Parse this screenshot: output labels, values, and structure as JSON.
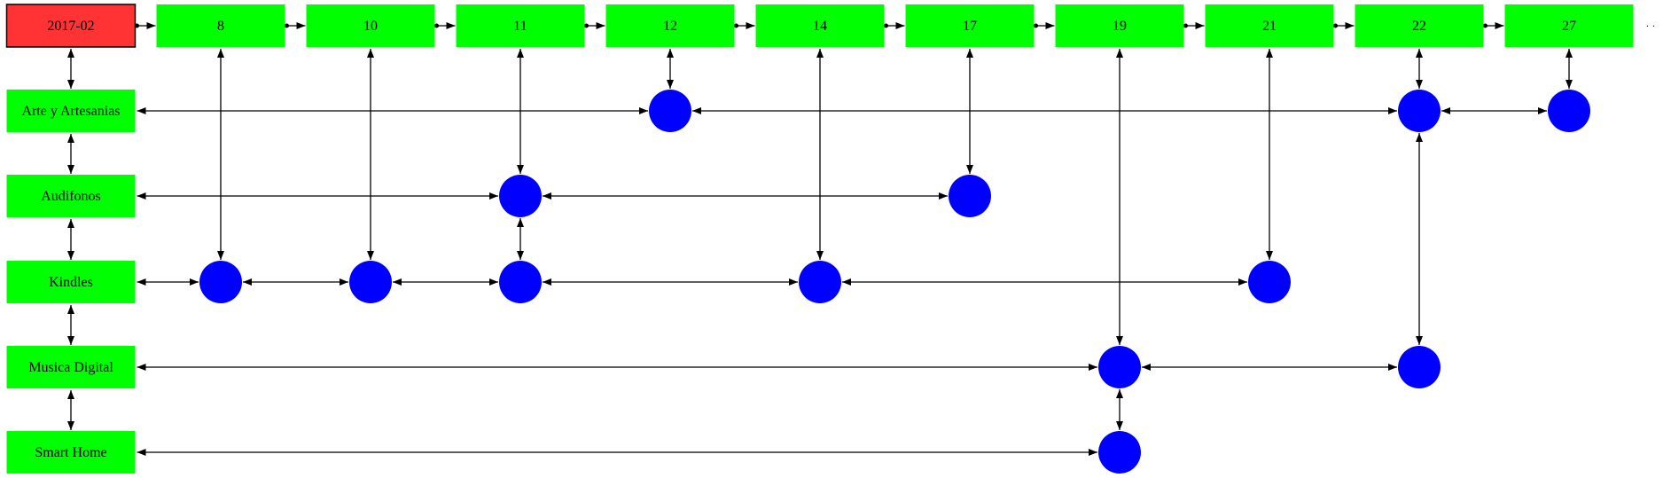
{
  "root": {
    "label": "2017-02",
    "fill": "#ff3333"
  },
  "days": [
    "8",
    "10",
    "11",
    "12",
    "14",
    "17",
    "19",
    "21",
    "22",
    "27"
  ],
  "categories": [
    "Arte y Artesanias",
    "Audifonos",
    "Kindles",
    "Musica Digital",
    "Smart Home"
  ],
  "colors": {
    "header_fill": "#00ff00",
    "category_fill": "#00ff00",
    "dot_fill": "#0000ff",
    "edge": "#000000"
  },
  "chart_data": {
    "type": "matrix",
    "cells": [
      {
        "category": "Arte y Artesanias",
        "days": [
          "12",
          "22",
          "27"
        ]
      },
      {
        "category": "Audifonos",
        "days": [
          "11",
          "17"
        ]
      },
      {
        "category": "Kindles",
        "days": [
          "8",
          "10",
          "11",
          "14",
          "21"
        ]
      },
      {
        "category": "Musica Digital",
        "days": [
          "19",
          "22"
        ]
      },
      {
        "category": "Smart Home",
        "days": [
          "19"
        ]
      }
    ]
  }
}
